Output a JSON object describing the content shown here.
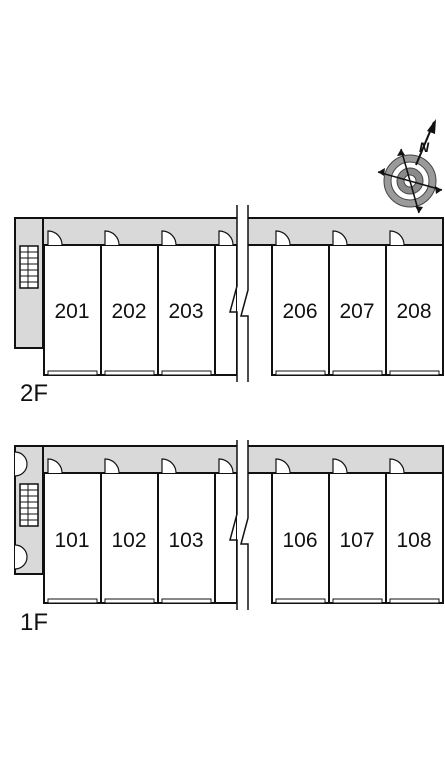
{
  "compass": {
    "north_label": "N",
    "icon": "compass-rose-icon"
  },
  "floors": [
    {
      "label": "2F",
      "rooms": [
        "201",
        "202",
        "203",
        "206",
        "207",
        "208"
      ]
    },
    {
      "label": "1F",
      "rooms": [
        "101",
        "102",
        "103",
        "106",
        "107",
        "108"
      ]
    }
  ],
  "colors": {
    "corridor": "#d9d9d9",
    "line": "#111111",
    "background": "#ffffff"
  }
}
